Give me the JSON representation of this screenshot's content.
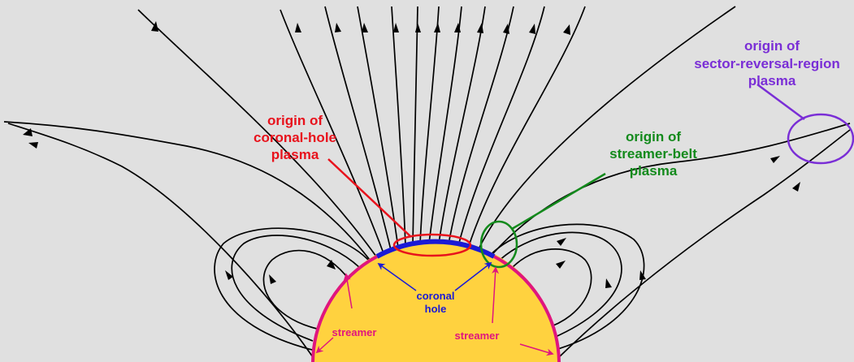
{
  "labels": {
    "coronal_hole_origin": [
      "origin of",
      "coronal-hole",
      "plasma"
    ],
    "streamer_belt_origin": [
      "origin of",
      "streamer-belt",
      "plasma"
    ],
    "sector_reversal_origin": [
      "origin of",
      "sector-reversal-region",
      "plasma"
    ],
    "coronal_hole": [
      "coronal",
      "hole"
    ],
    "streamer_left": "streamer",
    "streamer_right": "streamer"
  },
  "colors": {
    "background": "#e0e0e0",
    "sun": "#ffd23f",
    "field_lines": "#000000",
    "coronal_hole_label": "#e8121c",
    "streamer_belt_label": "#138a1c",
    "sector_reversal_label": "#7a2ed6",
    "coronal_hole_arc": "#1a1ad6",
    "streamer": "#e0157e"
  }
}
